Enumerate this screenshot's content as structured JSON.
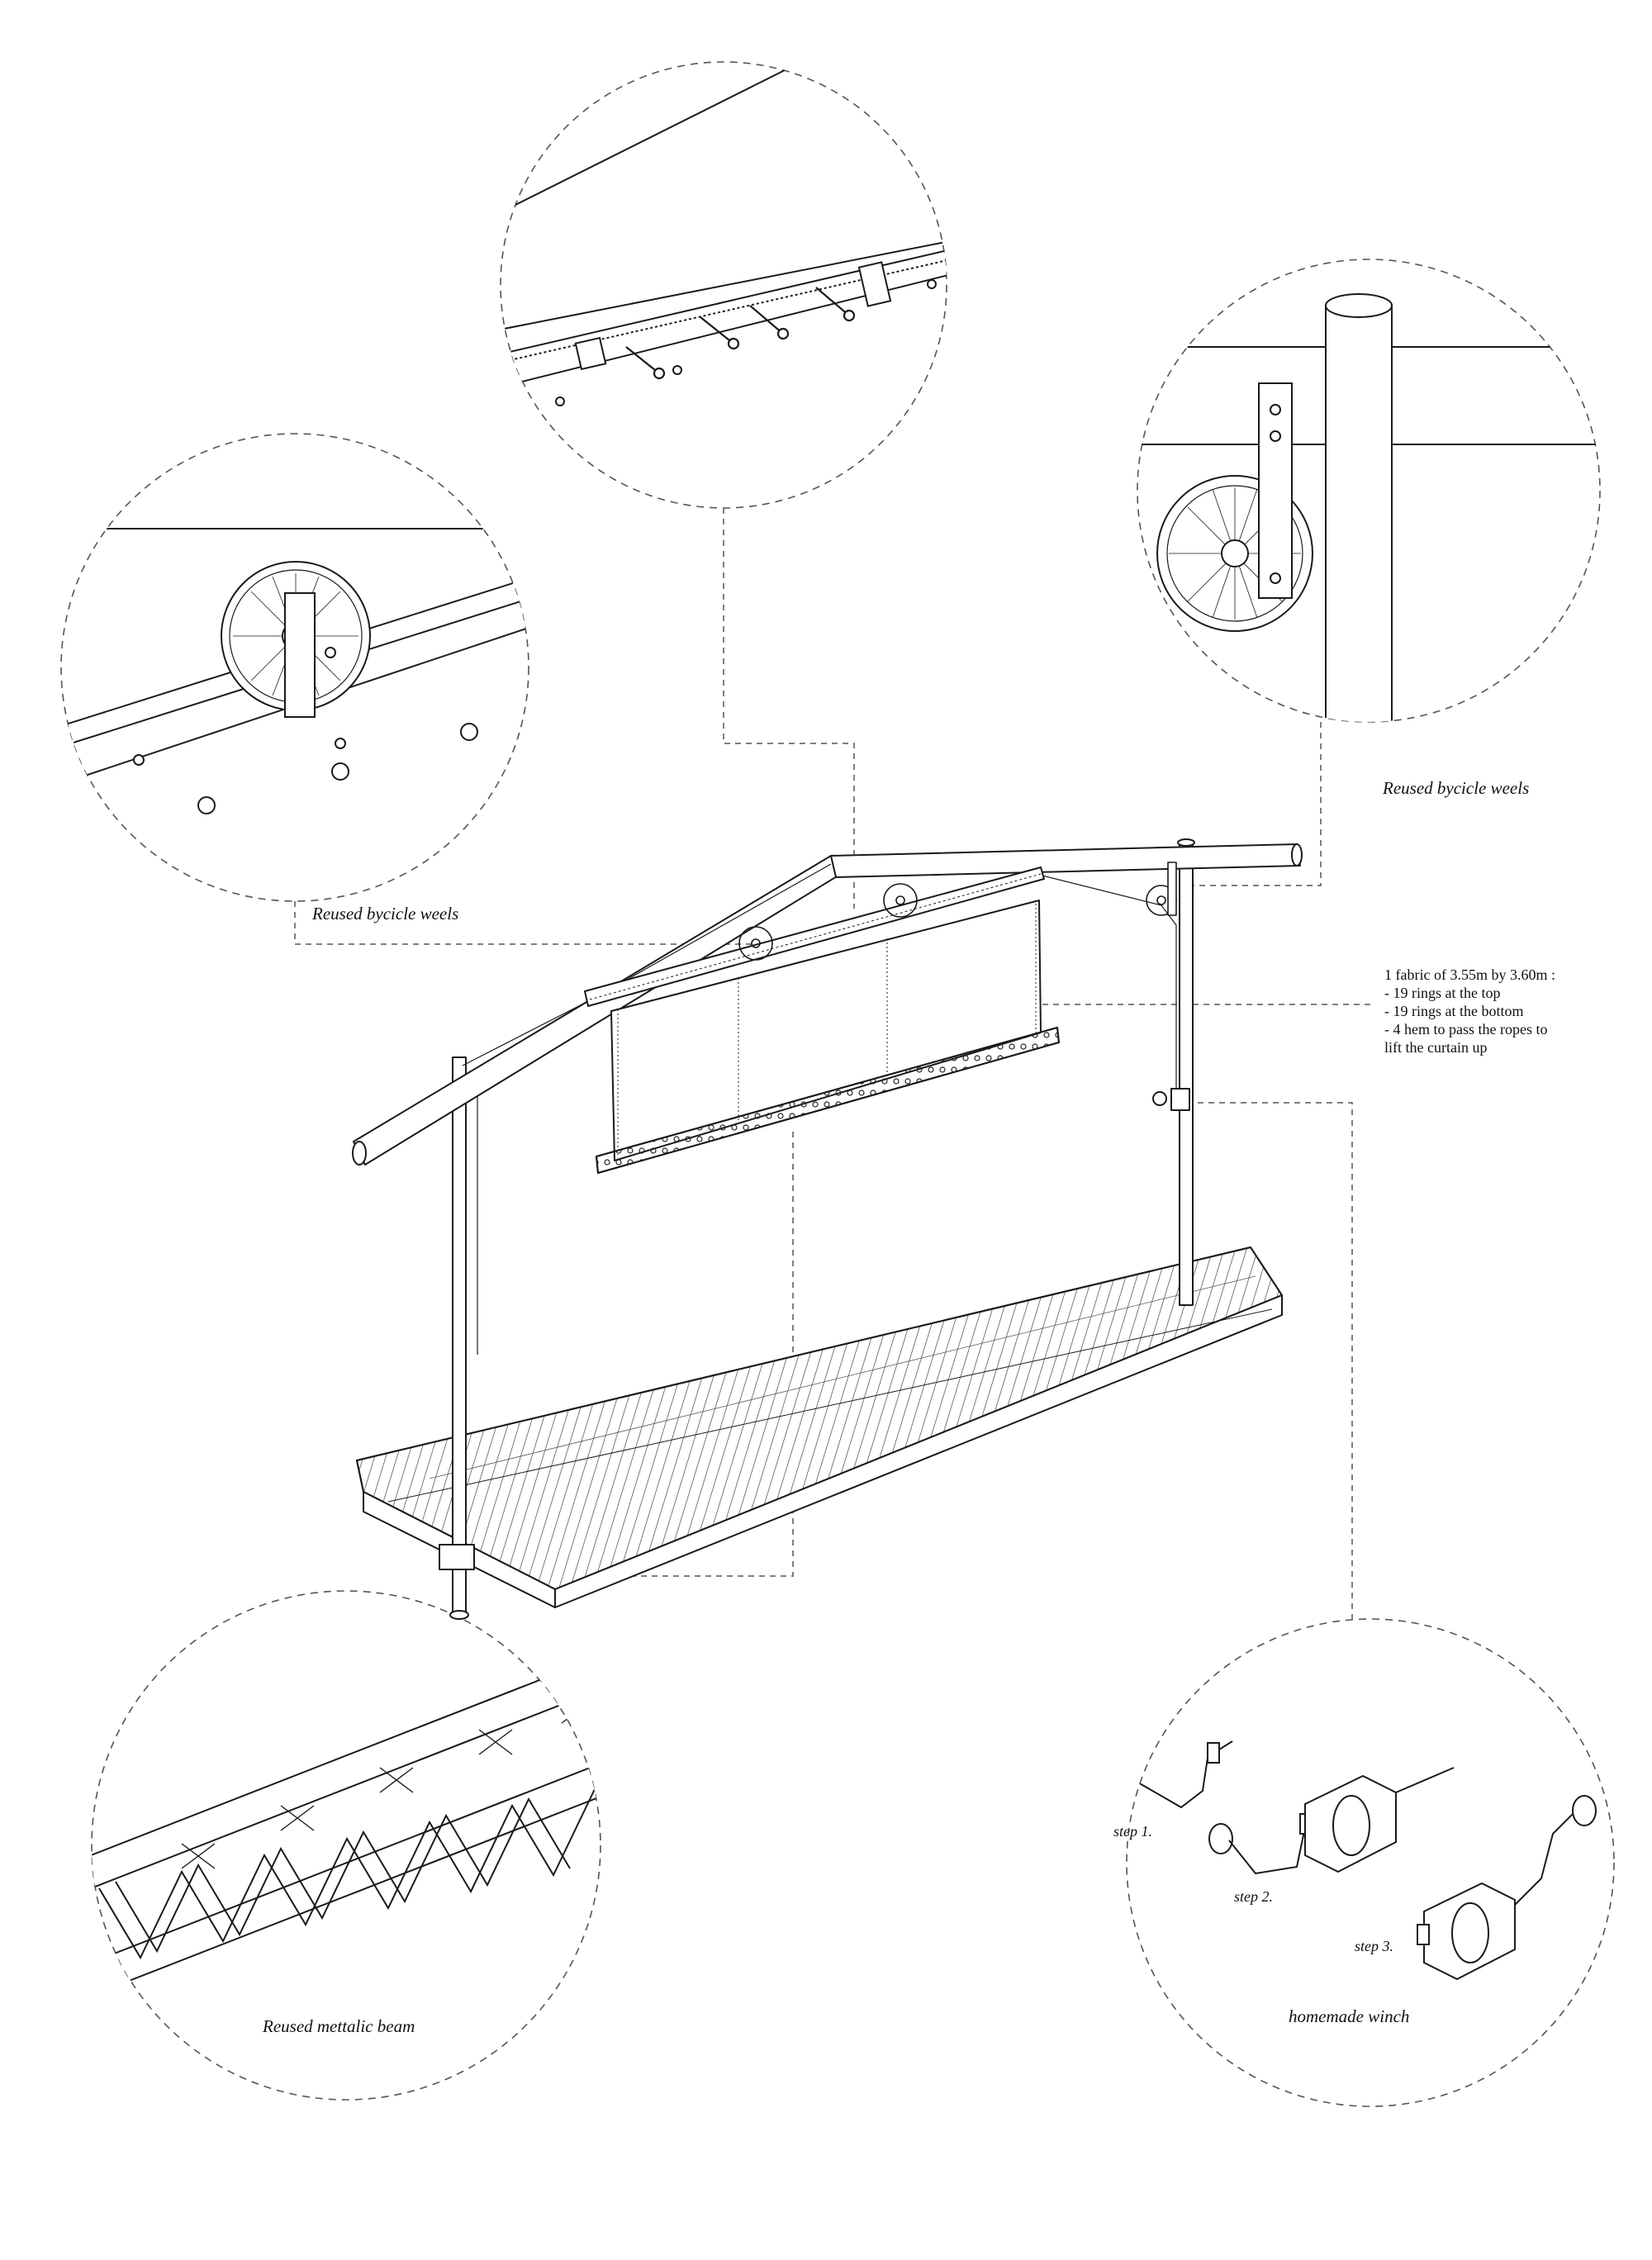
{
  "callouts": {
    "rail_wheel_label": "Reused bycicle weels",
    "post_wheel_label": "Reused bycicle weels",
    "beam_label": "Reused mettalic beam",
    "winch_label": "homemade winch"
  },
  "winch_steps": [
    "step 1.",
    "step 2.",
    "step 3."
  ],
  "fabric_spec": {
    "title": "1 fabric of 3.55m by 3.60m :",
    "lines": [
      "- 19 rings at the top",
      "- 19 rings at the bottom",
      "- 4 hem to pass the ropes to",
      "lift the curtain up"
    ]
  },
  "style": {
    "line_color": "#1a1a1a",
    "dash_color": "#555555",
    "background": "#ffffff"
  }
}
